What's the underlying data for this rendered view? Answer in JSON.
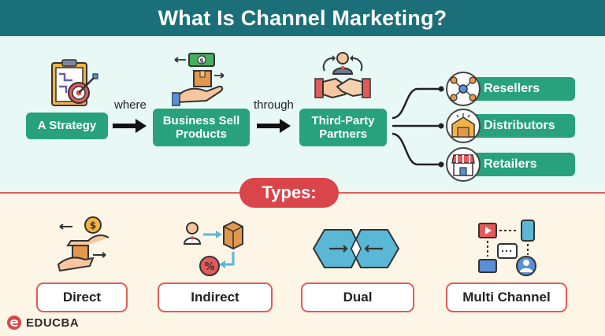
{
  "title": "What Is Channel Marketing?",
  "flow": {
    "strategy": "A Strategy",
    "where": "where",
    "business": "Business Sell Products",
    "through": "through",
    "partners": "Third-Party Partners"
  },
  "partner_types": [
    {
      "label": "Resellers",
      "icon": "resellers-network-icon"
    },
    {
      "label": "Distributors",
      "icon": "distributors-warehouse-icon"
    },
    {
      "label": "Retailers",
      "icon": "retail-store-icon"
    }
  ],
  "types_label": "Types:",
  "types": [
    {
      "label": "Direct",
      "icon": "direct-hand-exchange-icon"
    },
    {
      "label": "Indirect",
      "icon": "indirect-flow-icon"
    },
    {
      "label": "Dual",
      "icon": "dual-hexagons-icon"
    },
    {
      "label": "Multi Channel",
      "icon": "multi-channel-devices-icon"
    }
  ],
  "brand": "EDUCBA",
  "colors": {
    "header": "#1b6f78",
    "green": "#27a27a",
    "red": "#d9454a",
    "top_bg": "#e8f8f5",
    "bottom_bg": "#fdf5e6"
  }
}
